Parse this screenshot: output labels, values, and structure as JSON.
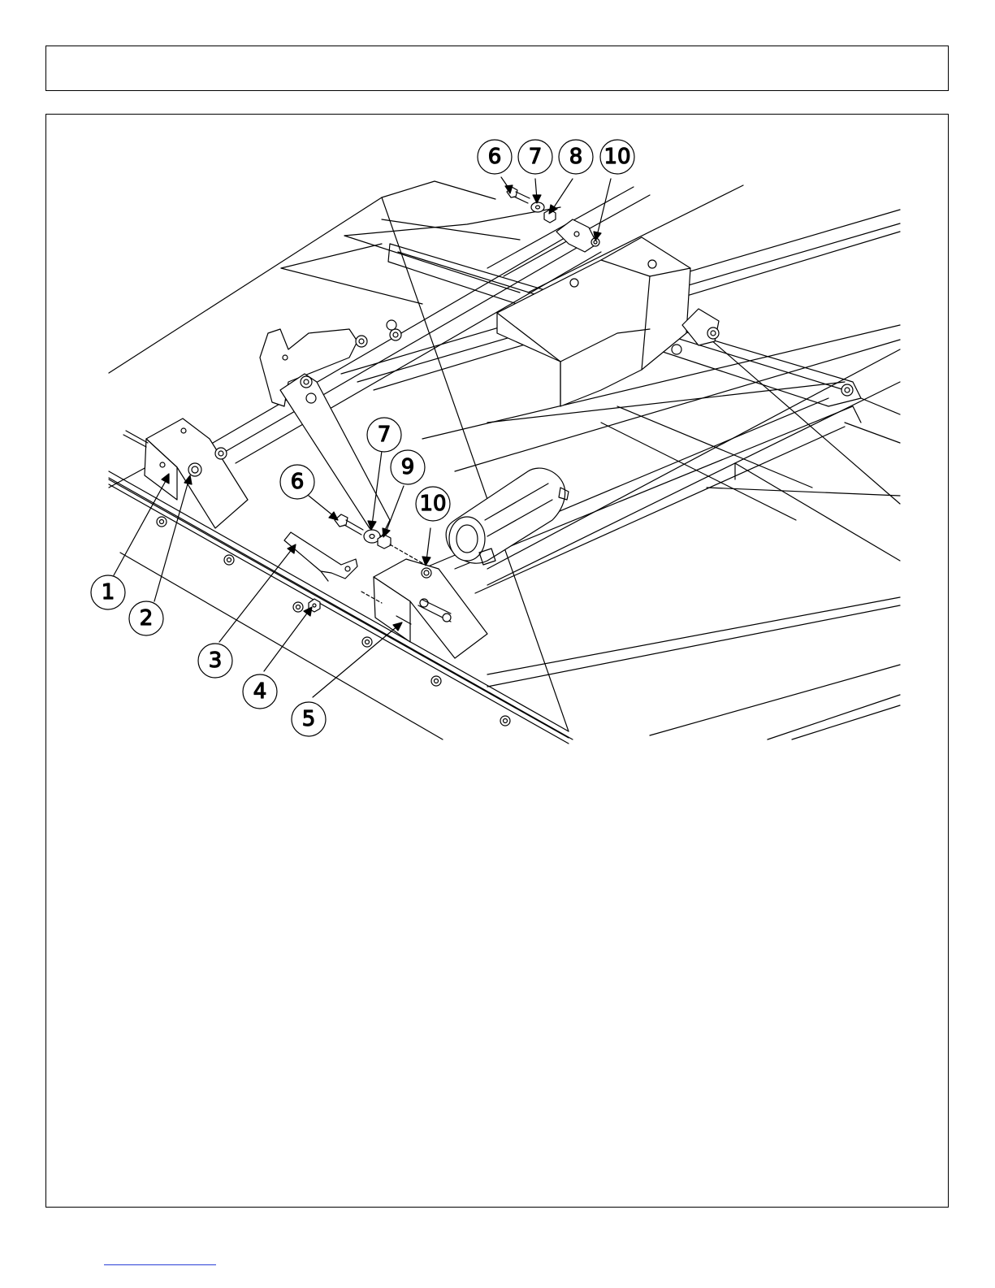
{
  "header": {
    "title": ""
  },
  "footer": {
    "link_text": ""
  },
  "diagram": {
    "callouts": [
      {
        "id": "c6-top",
        "label": "6"
      },
      {
        "id": "c7-top",
        "label": "7"
      },
      {
        "id": "c8-top",
        "label": "8"
      },
      {
        "id": "c10-top",
        "label": "10"
      },
      {
        "id": "c7-mid",
        "label": "7"
      },
      {
        "id": "c9-mid",
        "label": "9"
      },
      {
        "id": "c6-mid",
        "label": "6"
      },
      {
        "id": "c10-mid",
        "label": "10"
      },
      {
        "id": "c1",
        "label": "1"
      },
      {
        "id": "c2",
        "label": "2"
      },
      {
        "id": "c3",
        "label": "3"
      },
      {
        "id": "c4",
        "label": "4"
      },
      {
        "id": "c5",
        "label": "5"
      }
    ]
  }
}
